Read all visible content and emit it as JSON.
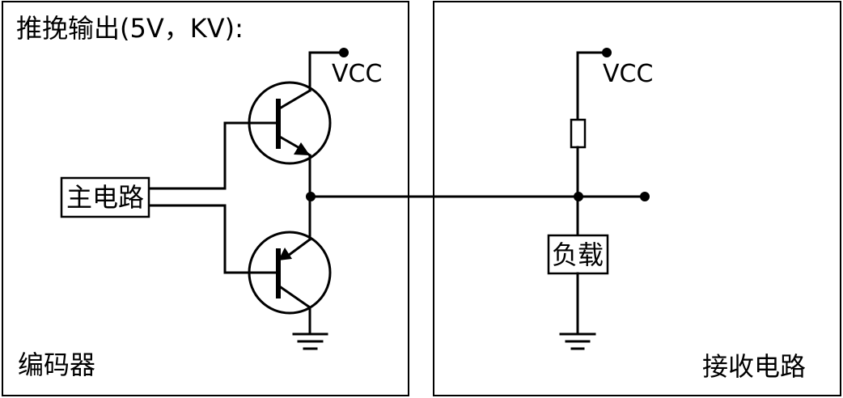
{
  "encoder_panel": {
    "title": "推挽输出(5V，KV):",
    "footer": "编码器",
    "vcc_label": "VCC",
    "main_circuit_label": "主电路"
  },
  "receiver_panel": {
    "footer": "接收电路",
    "vcc_label": "VCC",
    "load_label": "负载"
  }
}
